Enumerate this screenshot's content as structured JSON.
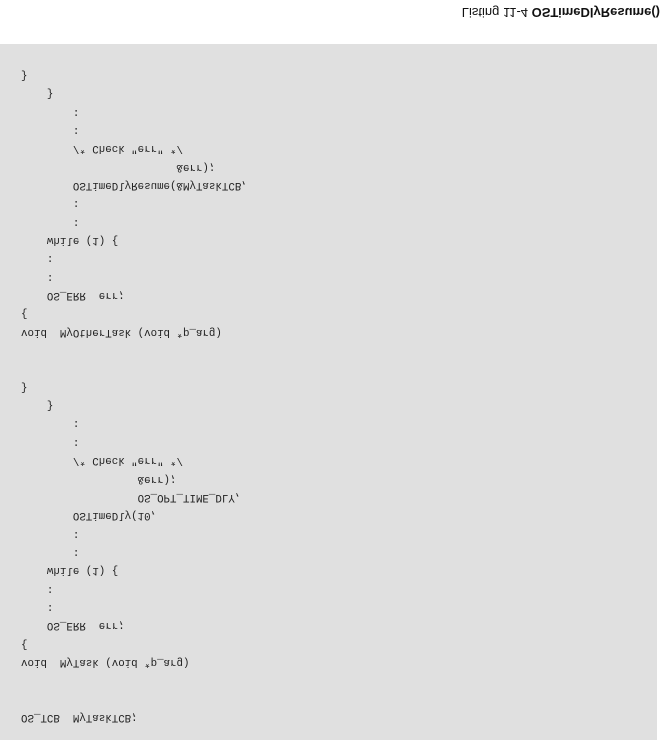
{
  "caption": {
    "prefix": "Listing 11-4 ",
    "function_name": "OSTimeDlyResume()"
  },
  "code_lines": [
    "OS_TCB  MyTaskTCB;",
    "",
    "",
    "void  MyTask (void *p_arg)",
    "{",
    "    OS_ERR  err;",
    "    :",
    "    :",
    "    while (1) {",
    "        :",
    "        :",
    "        OSTimeDly(10,",
    "                  OS_OPT_TIME_DLY,",
    "                  &err);",
    "        /* Check \"err\" */",
    "        :",
    "        :",
    "    }",
    "}",
    "",
    "",
    "void  MyOtherTask (void *p_arg)",
    "{",
    "    OS_ERR  err;",
    "    :",
    "    :",
    "    while (1) {",
    "        :",
    "        :",
    "        OSTimeDlyResume(&MyTaskTCB,",
    "                        &err);",
    "        /* Check \"err\" */",
    "        :",
    "        :",
    "    }",
    "}"
  ]
}
